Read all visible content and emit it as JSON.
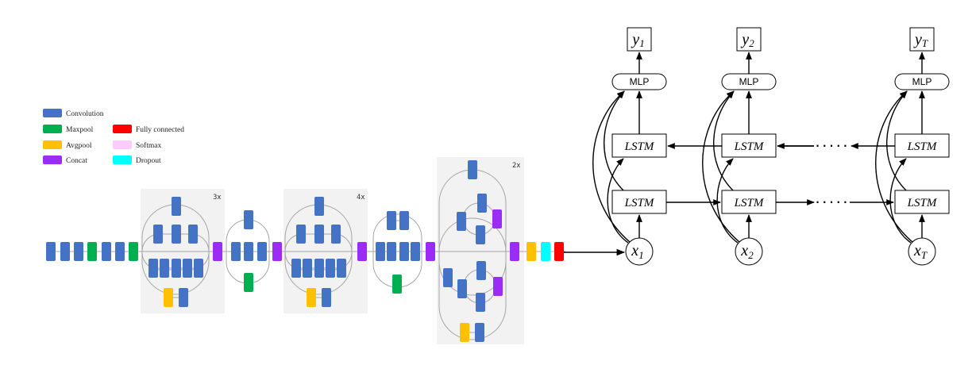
{
  "legend": {
    "items": [
      {
        "key": "c",
        "label": "Convolution",
        "color": "#4472c4"
      },
      {
        "key": "m",
        "label": "Maxpool",
        "color": "#00b050"
      },
      {
        "key": "a",
        "label": "Avgpool",
        "color": "#ffc000"
      },
      {
        "key": "k",
        "label": "Concat",
        "color": "#9a2cf5"
      },
      {
        "key": "f",
        "label": "Fully connected",
        "color": "#ff0000"
      },
      {
        "key": "s",
        "label": "Softmax",
        "color": "#ffccff"
      },
      {
        "key": "d",
        "label": "Dropout",
        "color": "#00ffff"
      }
    ]
  },
  "cnn": {
    "repeat_labels": [
      "3x",
      "4x",
      "2x"
    ],
    "panel_color": "#f2f2f2",
    "link_color": "#a6a6a6"
  },
  "rnn": {
    "mlp_label": "MLP",
    "lstm_label": "LSTM",
    "columns": [
      {
        "y": "y",
        "y_sub": "1",
        "x": "x",
        "x_sub": "1"
      },
      {
        "y": "y",
        "y_sub": "2",
        "x": "x",
        "x_sub": "2"
      },
      {
        "y": "y",
        "y_sub": "T",
        "x": "x",
        "x_sub": "T"
      }
    ],
    "ellipsis": "· · · · ·"
  }
}
